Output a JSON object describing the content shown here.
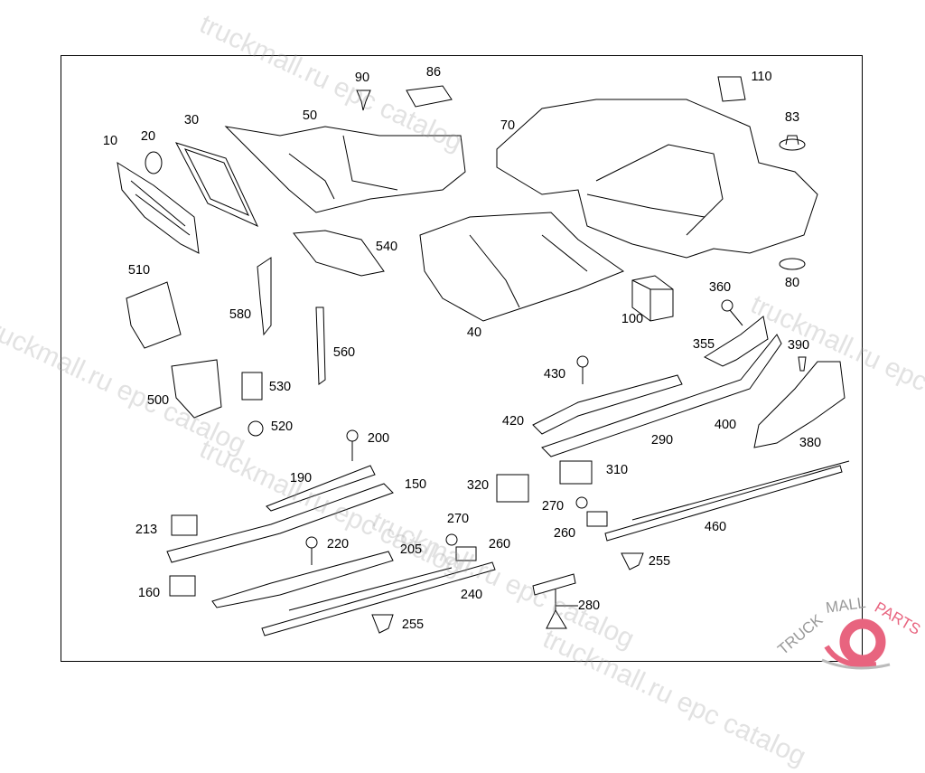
{
  "diagram": {
    "callouts": [
      "10",
      "20",
      "30",
      "50",
      "90",
      "86",
      "70",
      "110",
      "83",
      "540",
      "510",
      "580",
      "560",
      "40",
      "100",
      "360",
      "80",
      "355",
      "390",
      "430",
      "530",
      "500",
      "520",
      "200",
      "420",
      "400",
      "290",
      "380",
      "190",
      "150",
      "320",
      "310",
      "270",
      "270",
      "213",
      "260",
      "260",
      "460",
      "220",
      "205",
      "255",
      "240",
      "160",
      "280",
      "255"
    ]
  },
  "watermark": {
    "text": "truckmall.ru epc catalog"
  },
  "logo": {
    "text_left": "TRUCKMALL",
    "text_right": "PARTS",
    "color_accent": "#e8647f",
    "color_gray": "#9a9a9a"
  }
}
